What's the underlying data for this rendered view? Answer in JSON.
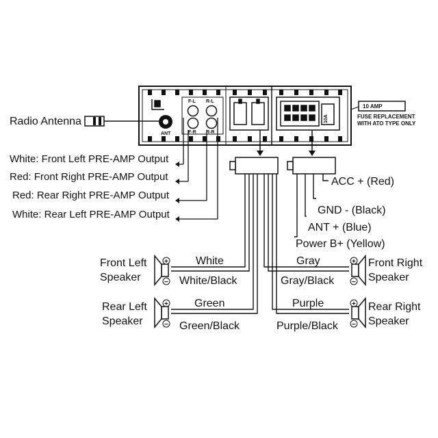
{
  "antenna": {
    "label": "Radio Antenna",
    "port_label": "ANT"
  },
  "rca_ports": {
    "front_left": "F-L",
    "rear_left": "R-L",
    "front_right": "F-R",
    "rear_right": "R-R"
  },
  "preamp_outputs": [
    "White: Front Left PRE-AMP Output",
    "Red: Front Right PRE-AMP Output",
    "Red: Rear Right PRE-AMP Output",
    "White: Rear Left PRE-AMP Output"
  ],
  "fuse": {
    "rating": "10 AMP",
    "note_line1": "FUSE REPLACEMENT",
    "note_line2": "WITH ATO TYPE ONLY",
    "inline_label": "10A"
  },
  "power_wires": {
    "acc": "ACC + (Red)",
    "gnd": "GND -  (Black)",
    "ant": "ANT + (Blue)",
    "battery": "Power B+ (Yellow)"
  },
  "speakers": {
    "front_left": {
      "name_line1": "Front Left",
      "name_line2": "Speaker",
      "positive_wire": "White",
      "negative_wire": "White/Black"
    },
    "rear_left": {
      "name_line1": "Rear Left",
      "name_line2": "Speaker",
      "positive_wire": "Green",
      "negative_wire": "Green/Black"
    },
    "front_right": {
      "name_line1": "Front Right",
      "name_line2": "Speaker",
      "positive_wire": "Gray",
      "negative_wire": "Gray/Black"
    },
    "rear_right": {
      "name_line1": "Rear Right",
      "name_line2": "Speaker",
      "positive_wire": "Purple",
      "negative_wire": "Purple/Black"
    }
  },
  "polarity": {
    "positive": "+",
    "negative": "−"
  }
}
